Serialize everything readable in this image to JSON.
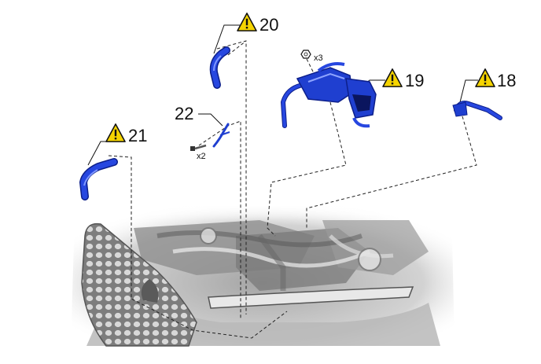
{
  "diagram": {
    "callouts": [
      {
        "id": "18",
        "label": "18",
        "warning": true,
        "icon": "warning-triangle-icon"
      },
      {
        "id": "19",
        "label": "19",
        "warning": true,
        "icon": "warning-triangle-icon"
      },
      {
        "id": "20",
        "label": "20",
        "warning": true,
        "icon": "warning-triangle-icon"
      },
      {
        "id": "21",
        "label": "21",
        "warning": true,
        "icon": "warning-triangle-icon"
      },
      {
        "id": "22",
        "label": "22",
        "warning": false
      }
    ],
    "quantities": [
      {
        "id": "bolt-22",
        "label": "x2"
      },
      {
        "id": "nut-19",
        "label": "x3"
      }
    ],
    "colors": {
      "part_blue": "#1f3fd0",
      "part_blue_dark": "#0d1f8a",
      "warning_yellow": "#f5d400",
      "engine_gray": "#c8c8c8",
      "leader_line": "#222222"
    }
  }
}
